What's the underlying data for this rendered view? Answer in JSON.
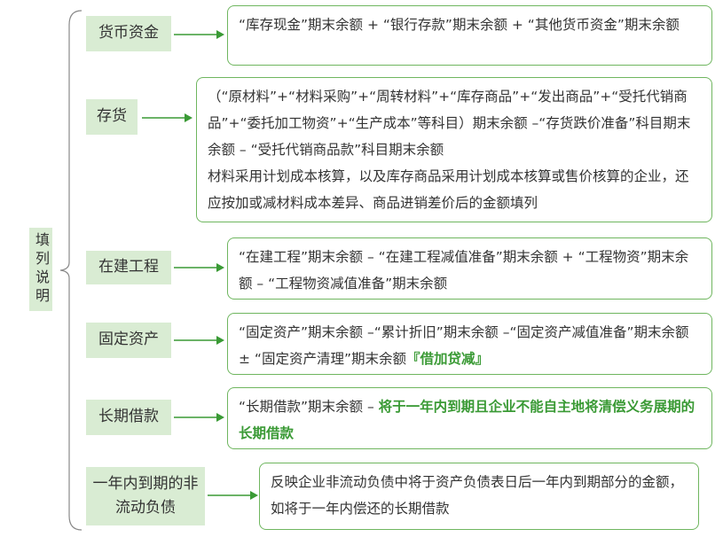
{
  "root": "填列说明",
  "rows": [
    {
      "category": "货币资金",
      "text": "“库存现金”期末余额 + “银行存款”期末余额 + “其他货币资金”期末余额",
      "highlight": ""
    },
    {
      "category": "存货",
      "text": "（“原材料”+“材料采购”+“周转材料”+“库存商品”+“发出商品”+“受托代销商品”+“委托加工物资”+“生产成本”等科目）期末余额 –“存货跌价准备”科目期末余额 – “受托代销商品款”科目期末余额",
      "text2": "材料采用计划成本核算，以及库存商品采用计划成本核算或售价核算的企业，还应按加或减材料成本差异、商品进销差价后的金额填列",
      "highlight": ""
    },
    {
      "category": "在建工程",
      "text": "“在建工程”期末余额 – “在建工程减值准备”期末余额 + “工程物资”期末余额 – “工程物资减值准备”期末余额",
      "highlight": ""
    },
    {
      "category": "固定资产",
      "text": "“固定资产”期末余额 –“累计折旧”期末余额 –“固定资产减值准备”期末余额 ± “固定资产清理”期末余额",
      "highlight": "『借加贷减』"
    },
    {
      "category": "长期借款",
      "text": "“长期借款”期末余额 – ",
      "highlight": "将于一年内到期且企业不能自主地将清偿义务展期的长期借款"
    },
    {
      "category": "一年内到期的非流动负债",
      "text": "反映企业非流动负债中将于资产负债表日后一年内到期部分的金额，如将于一年内偿还的长期借款",
      "highlight": ""
    }
  ]
}
